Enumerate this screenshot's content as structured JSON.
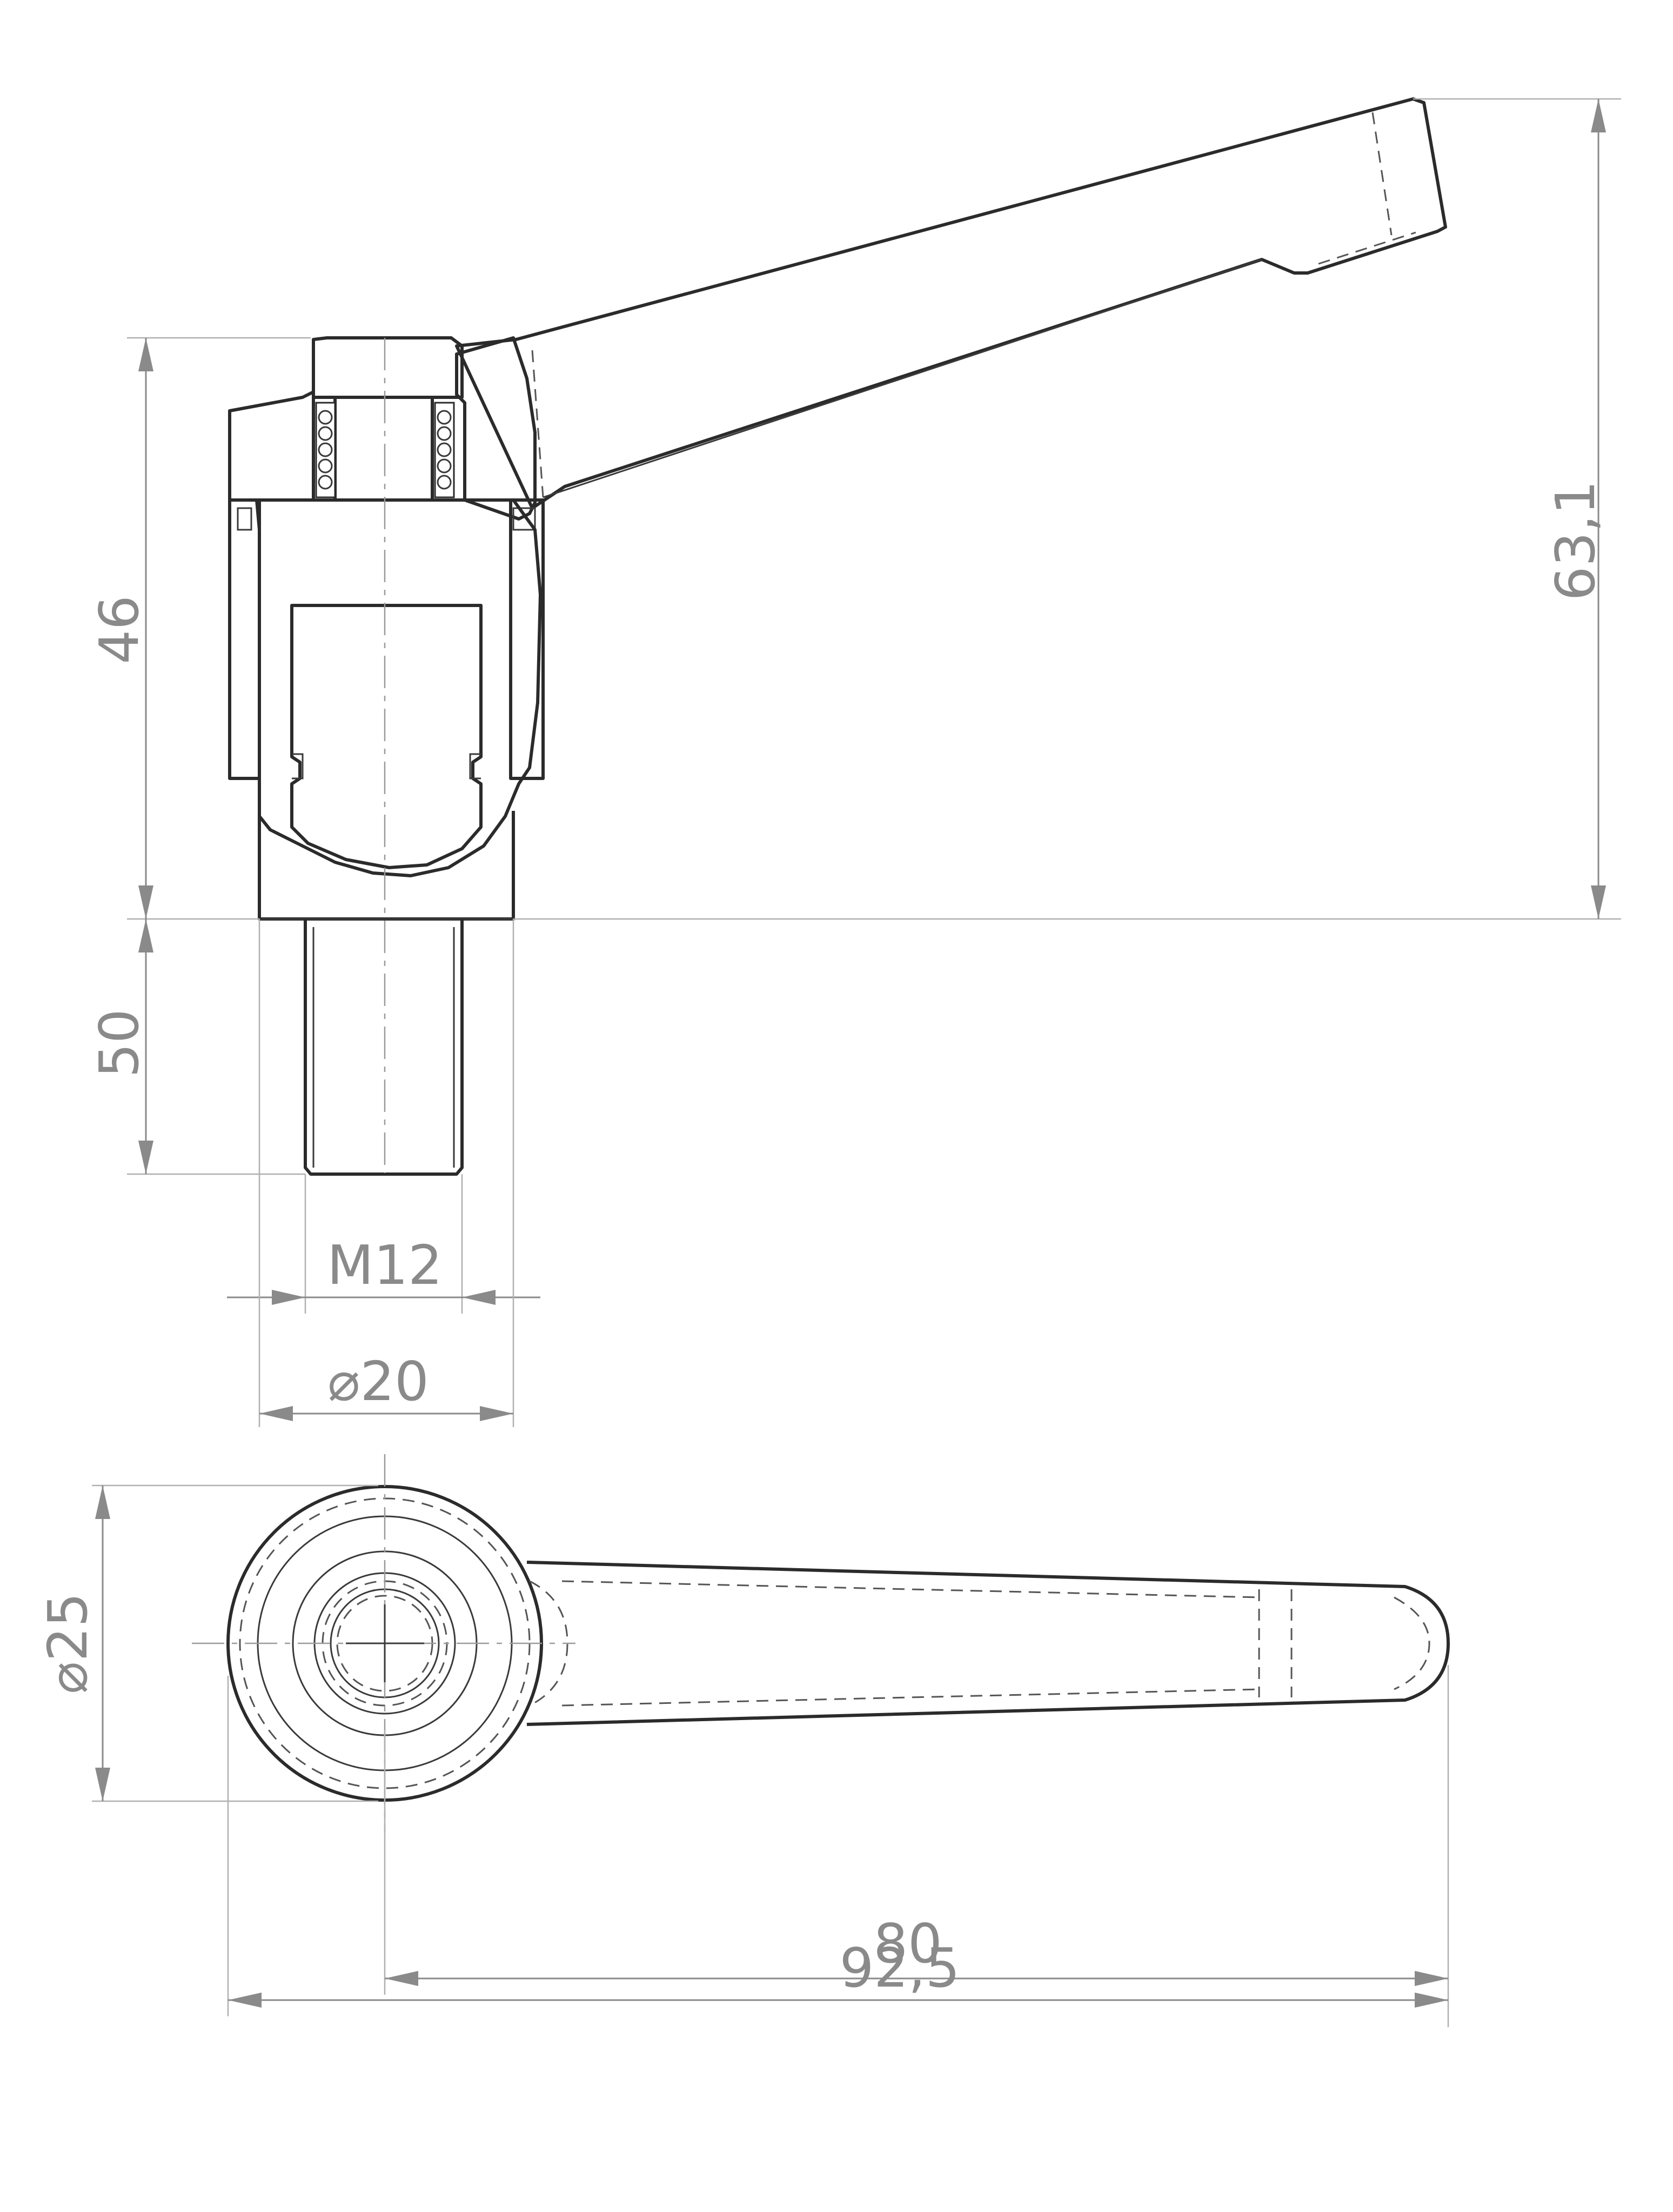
{
  "dimensions": {
    "handle_height": "63,1",
    "body_height": "46",
    "thread_length": "50",
    "thread_size": "M12",
    "body_diameter": "⌀20",
    "hub_diameter": "⌀25",
    "lever_length": "80",
    "overall_length": "92,5"
  },
  "colors": {
    "outline": "#2b2b2b",
    "dimension": "#8a8a8a",
    "hatch": "#3a3a3a"
  }
}
